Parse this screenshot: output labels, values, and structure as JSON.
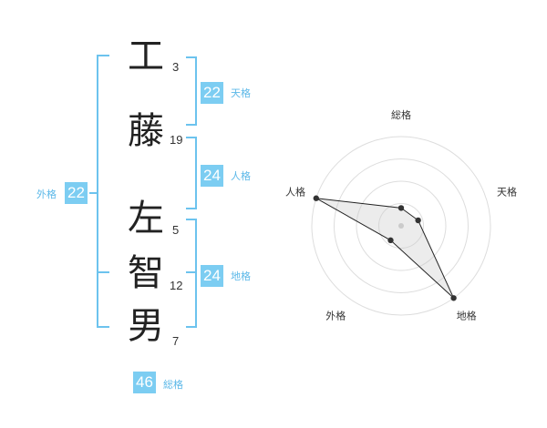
{
  "name": {
    "chars": [
      {
        "char": "工",
        "strokes": "3"
      },
      {
        "char": "藤",
        "strokes": "19"
      },
      {
        "char": "左",
        "strokes": "5"
      },
      {
        "char": "智",
        "strokes": "12"
      },
      {
        "char": "男",
        "strokes": "7"
      }
    ]
  },
  "kakusu": {
    "tenkaku": {
      "value": "22",
      "label": "天格"
    },
    "jinkaku": {
      "value": "24",
      "label": "人格"
    },
    "chikaku": {
      "value": "24",
      "label": "地格"
    },
    "gaikaku": {
      "value": "22",
      "label": "外格"
    },
    "soukaku": {
      "value": "46",
      "label": "総格"
    }
  },
  "colors": {
    "accent": "#7ccdf2",
    "bracket": "#6cc3ee",
    "label": "#5bb8e8"
  },
  "chart_data": {
    "type": "radar",
    "axes": [
      "総格",
      "天格",
      "地格",
      "外格",
      "人格"
    ],
    "values": [
      1,
      1,
      5,
      1,
      5
    ],
    "rlim": [
      0,
      5
    ],
    "rings": 4
  }
}
